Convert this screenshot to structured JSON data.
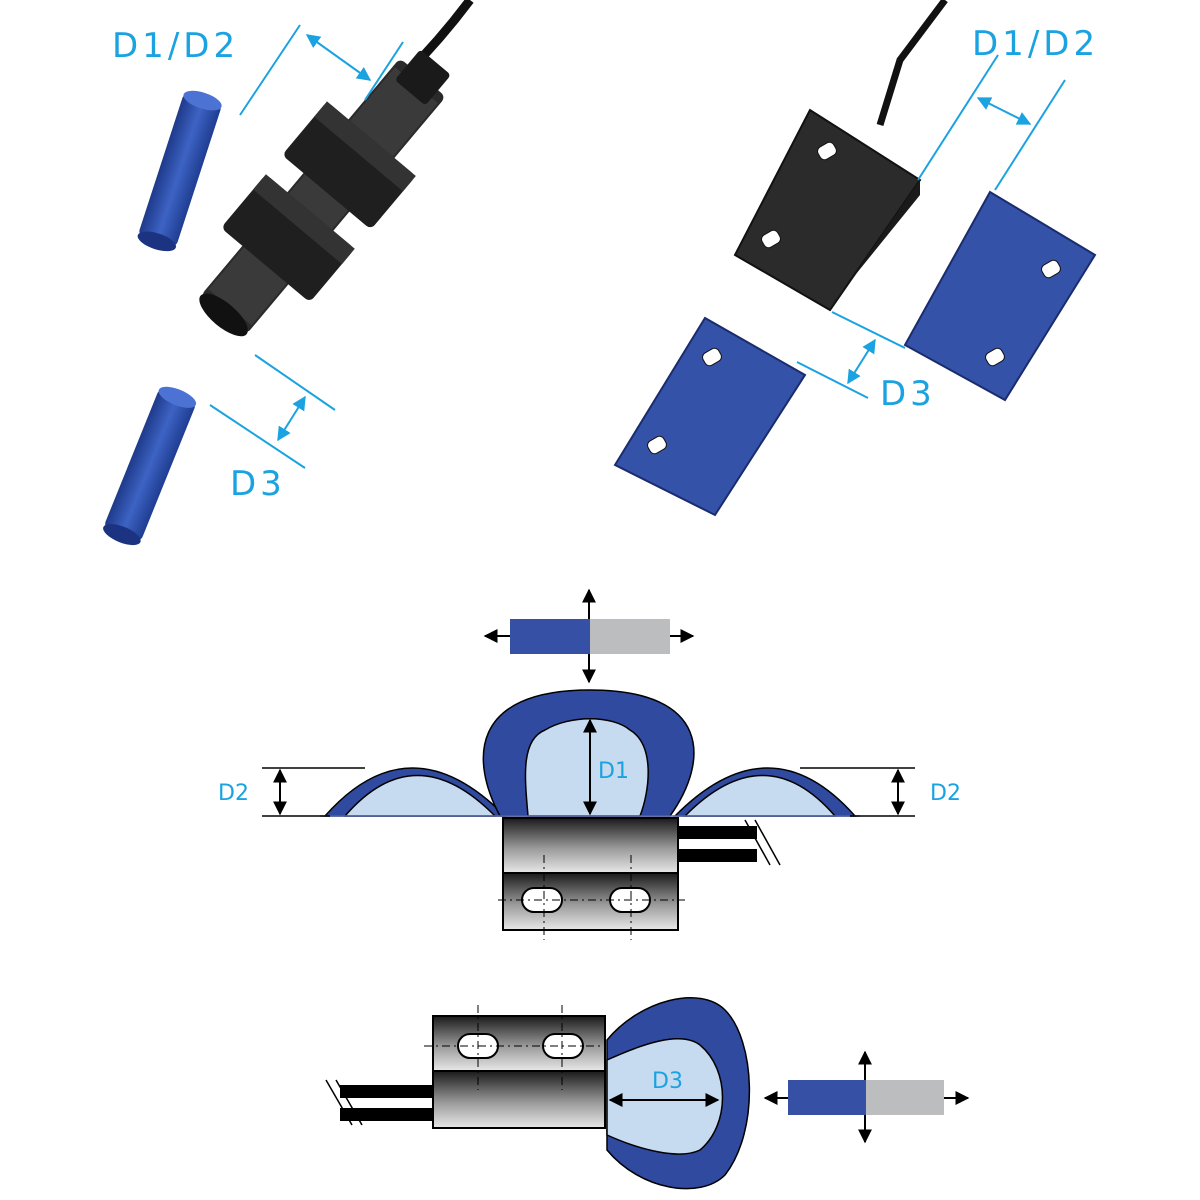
{
  "diagram": {
    "top_left": {
      "label_d1d2": "D1/D2",
      "label_d3": "D3",
      "parts": [
        "threaded cylindrical sensor with two hex nuts and cable",
        "blue cylindrical magnet (D1/D2 position)",
        "blue cylindrical magnet (D3 position)"
      ]
    },
    "top_right": {
      "label_d1d2": "D1/D2",
      "label_d3": "D3",
      "parts": [
        "black rectangular sensor with cable and two mounting holes",
        "blue rectangular magnet (D1/D2 position)",
        "blue rectangular magnet (D3 position)"
      ]
    },
    "middle": {
      "label_d1": "D1",
      "label_d2_left": "D2",
      "label_d2_right": "D2",
      "magnet_colors": {
        "north": "#3550a5",
        "south": "#bcbdbf"
      },
      "lobe_outer": "#2f4a9e",
      "lobe_inner": "#c6daf0"
    },
    "bottom": {
      "label_d3": "D3"
    },
    "colors": {
      "dimension": "#1aa3e0",
      "magnet_blue": "#3550a5",
      "magnet_grey": "#bcbdbf"
    }
  }
}
